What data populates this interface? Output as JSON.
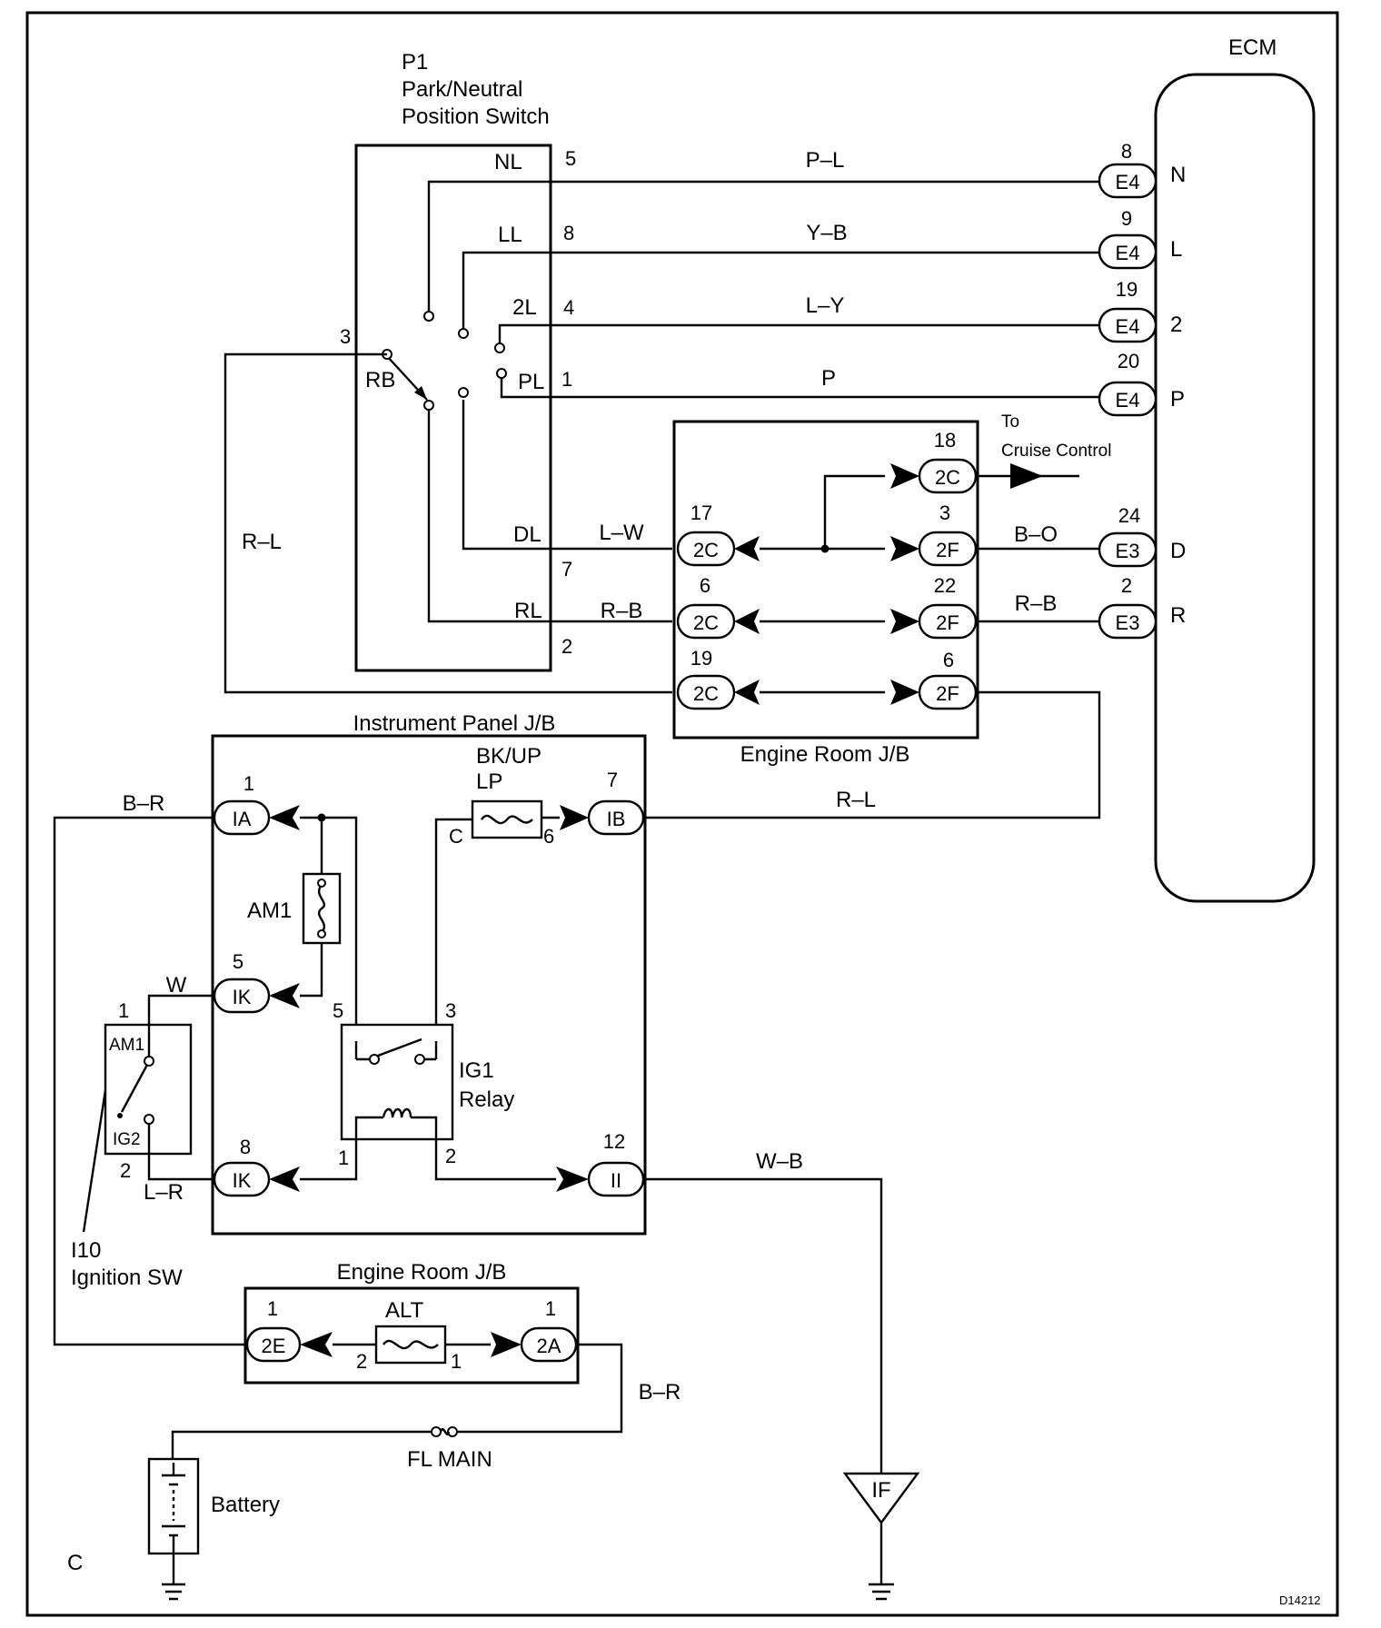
{
  "figure_id": "D14212",
  "corner_mark": "C",
  "ecm": {
    "title": "ECM",
    "pins": [
      {
        "num": "8",
        "conn": "E4",
        "sig": "N"
      },
      {
        "num": "9",
        "conn": "E4",
        "sig": "L"
      },
      {
        "num": "19",
        "conn": "E4",
        "sig": "2"
      },
      {
        "num": "20",
        "conn": "E4",
        "sig": "P"
      },
      {
        "num": "24",
        "conn": "E3",
        "sig": "D"
      },
      {
        "num": "2",
        "conn": "E3",
        "sig": "R"
      }
    ]
  },
  "park_switch": {
    "title": [
      "P1",
      "Park/Neutral",
      "Position Switch"
    ],
    "positions": [
      "NL",
      "LL",
      "2L",
      "PL",
      "DL",
      "RL",
      "RB"
    ],
    "pins": [
      "5",
      "8",
      "4",
      "1",
      "7",
      "2",
      "3"
    ]
  },
  "wires": {
    "p_l": "P–L",
    "y_b": "Y–B",
    "l_y": "L–Y",
    "p": "P",
    "l_w": "L–W",
    "b_o": "B–O",
    "r_b1": "R–B",
    "r_b2": "R–B",
    "r_l1": "R–L",
    "r_l2": "R–L",
    "b_r1": "B–R",
    "b_r2": "B–R",
    "w": "W",
    "l_r": "L–R",
    "w_b": "W–B"
  },
  "engine_jb_top": {
    "title": "Engine Room J/B",
    "terms": [
      {
        "num": "18",
        "label": "2C"
      },
      {
        "num": "17",
        "label": "2C"
      },
      {
        "num": "3",
        "label": "2F"
      },
      {
        "num": "6",
        "label": "2C"
      },
      {
        "num": "22",
        "label": "2F"
      },
      {
        "num": "19",
        "label": "2C"
      },
      {
        "num": "6",
        "label": "2F"
      }
    ]
  },
  "cruise": [
    "To",
    "Cruise Control"
  ],
  "ip_jb": {
    "title": "Instrument Panel J/B",
    "fuse_label": [
      "BK/UP",
      "LP"
    ],
    "fuse_pins": [
      "C",
      "6"
    ],
    "am1": "AM1",
    "relay": [
      "IG1",
      "Relay"
    ],
    "relay_pins": [
      "5",
      "3",
      "1",
      "2"
    ],
    "terms": [
      {
        "num": "1",
        "label": "IA"
      },
      {
        "num": "7",
        "label": "IB"
      },
      {
        "num": "5",
        "label": "IK"
      },
      {
        "num": "8",
        "label": "IK"
      },
      {
        "num": "12",
        "label": "II"
      }
    ]
  },
  "ignition": {
    "label": [
      "I10",
      "Ignition SW"
    ],
    "contacts": [
      "AM1",
      "IG2"
    ],
    "pins": [
      "1",
      "2"
    ]
  },
  "engine_jb_bottom": {
    "title": "Engine Room J/B",
    "fuse": "ALT",
    "fuse_pins": [
      "2",
      "1"
    ],
    "terms": [
      {
        "num": "1",
        "label": "2E"
      },
      {
        "num": "1",
        "label": "2A"
      }
    ]
  },
  "fl_main": "FL MAIN",
  "battery": "Battery",
  "ground": "IF"
}
